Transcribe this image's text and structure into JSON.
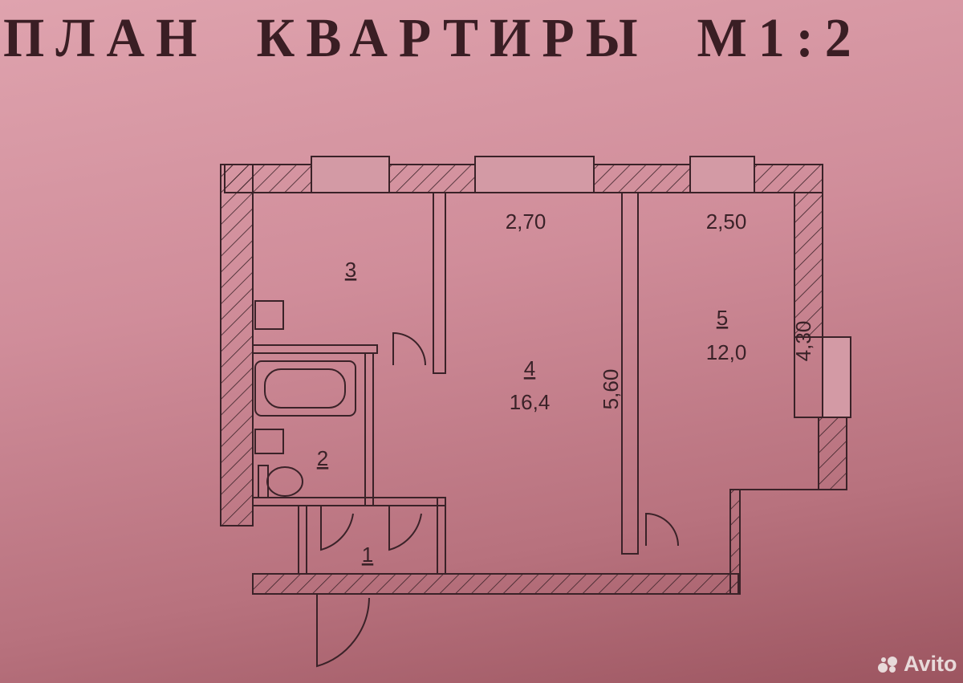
{
  "title": {
    "word1": "ПЛАН",
    "word2": "КВАРТИРЫ",
    "scale": "М1:2"
  },
  "rooms": [
    {
      "number": "3"
    },
    {
      "number": "2"
    },
    {
      "number": "1"
    },
    {
      "number": "4",
      "area": "16,4",
      "width": "2,70",
      "length": "5,60"
    },
    {
      "number": "5",
      "area": "12,0",
      "width": "2,50",
      "length": "4,30"
    }
  ],
  "watermark": "Avito",
  "colors": {
    "paper": "#d08d9a",
    "ink": "#3a2228"
  }
}
